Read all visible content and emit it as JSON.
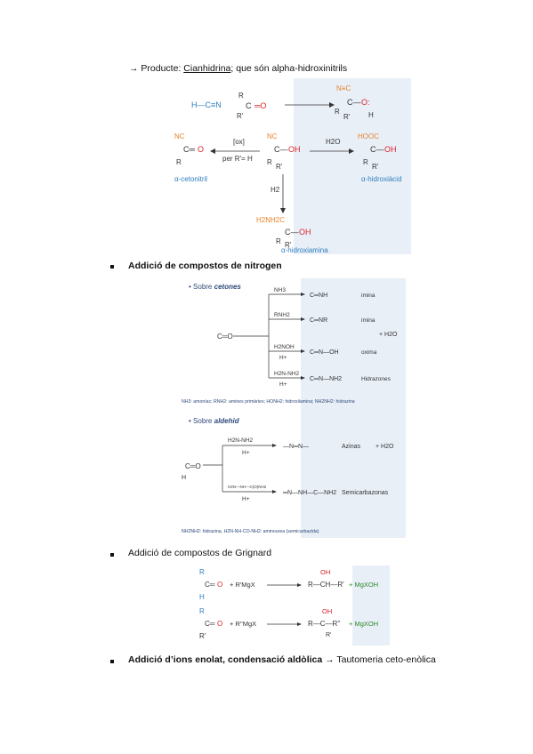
{
  "intro": {
    "arrow": "→ Producte: ",
    "term": "Cianhidrina",
    "rest": "; que són alpha-hidroxinitrils"
  },
  "cyanohydrin_scheme": {
    "reagent_top": "H—C≡N",
    "ox_label": "[ox]",
    "ox_condition": "per R'= H",
    "water": "H2O",
    "h2": "H2",
    "product_left": "α-cetonitril",
    "product_right": "α-hidroxiàcid",
    "product_bottom": "α-hidroxiamina",
    "left_group": "NC",
    "right_group": "HOOC",
    "bottom_group": "H2NH2C",
    "top_product_group": "N≡C"
  },
  "sections": [
    {
      "text": "Addició de compostos de nitrogen",
      "bold": true
    },
    {
      "text": "Addició de compostos de Grignard",
      "bold": false
    },
    {
      "bold_part": "Addició d’ions enolat, condensació aldòlica →",
      "rest": " Tautomeria ceto-enòlica"
    }
  ],
  "nitrogen_scheme": {
    "ketones_header": "Sobre",
    "ketones_word": "cetones",
    "aldehyde_header": "Sobre",
    "aldehyde_word": "aldehid",
    "rows": [
      {
        "reagent": "NH3",
        "cond": "",
        "product": "C═NH",
        "name": "imina"
      },
      {
        "reagent": "RNH2",
        "cond": "",
        "product": "C═NR",
        "name": "imina"
      },
      {
        "reagent": "H2NOH",
        "cond": "H+",
        "product": "C═N—OH",
        "name": "oxima"
      },
      {
        "reagent": "H2N-NH2",
        "cond": "H+",
        "product": "C═N—NH2",
        "name": "Hidrazones"
      }
    ],
    "water_note": "+ H2O",
    "ketones_footnote": "NH3: amoníac; RNH2: amines primàries; HONH2: hidroxilamina; NH2NH2: hidrazina",
    "ald_rows": [
      {
        "reagent": "H2N-NH2",
        "cond": "H+",
        "product": "Azinas",
        "extra": "+ H2O"
      },
      {
        "reagent": "H2N—NH—C(O)NH2",
        "cond": "H+",
        "product": "Semicarbazonas",
        "extra": ""
      }
    ],
    "ald_footnote": "NH2NH2: hidrazina, H2N-NH-CO-NH2: aminourea (semicarbazida)"
  },
  "grignard_scheme": {
    "reagent1": "+ R'MgX",
    "product1": "R—CH—R'",
    "by1": "+ MgXOH",
    "reagent2": "+ R''MgX",
    "product2": "R—C—R''",
    "by2": "+ MgXOH",
    "oh": "OH"
  },
  "colors": {
    "orange": "#e8832a",
    "red": "#d9232a",
    "blue": "#2e7ec0",
    "green": "#2a8a2a",
    "bgblue": "#e9eff7"
  }
}
